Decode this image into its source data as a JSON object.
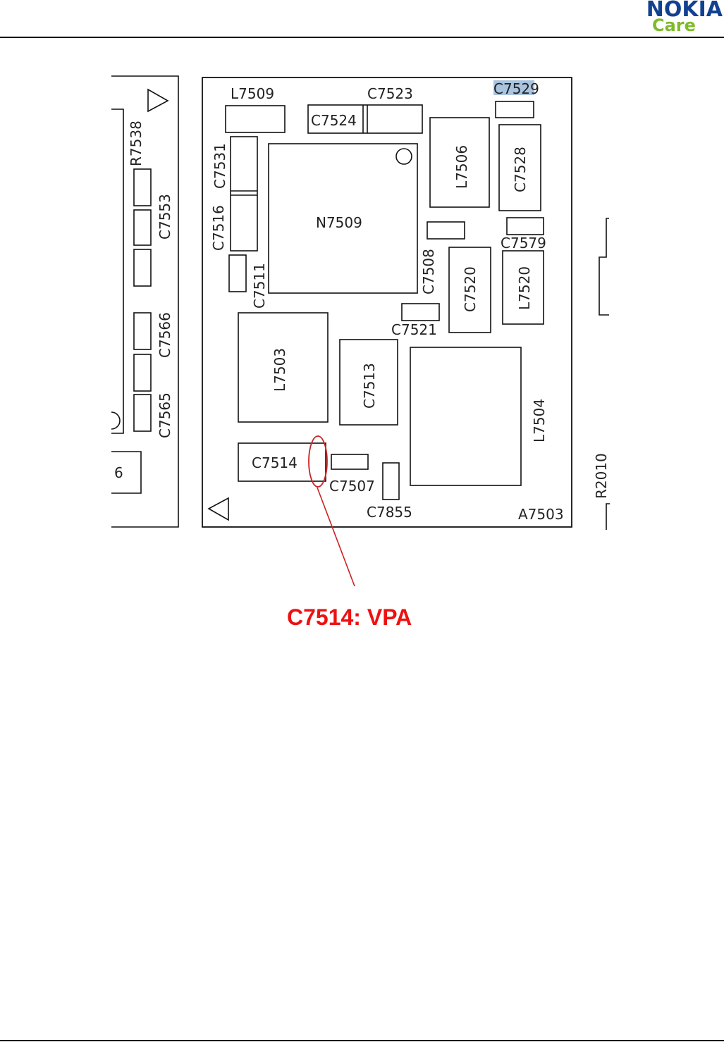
{
  "header": {
    "brand": "NOKIA",
    "sub_brand": "Care",
    "brand_color": "#124191",
    "sub_brand_color": "#7dbb2a"
  },
  "diagram": {
    "board_label": "A7503",
    "highlighted_component": "C7529",
    "highlight_color": "#a9c4de",
    "components": {
      "L7509": "L7509",
      "C7523": "C7523",
      "C7529": "C7529",
      "C7524": "C7524",
      "C7531": "C7531",
      "C7516": "C7516",
      "N7509": "N7509",
      "L7506": "L7506",
      "C7528": "C7528",
      "C7579": "C7579",
      "C7511": "C7511",
      "C7508": "C7508",
      "C7520": "C7520",
      "L7520": "L7520",
      "C7521": "C7521",
      "L7503": "L7503",
      "C7513": "C7513",
      "L7504": "L7504",
      "C7514": "C7514",
      "C7507": "C7507",
      "C7855": "C7855",
      "R7538": "R7538",
      "C7553": "C7553",
      "C7566": "C7566",
      "C7565": "C7565",
      "R2010": "R2010",
      "partial_6": "6"
    },
    "callout": {
      "text": "C7514: VPA",
      "color": "#ee1111"
    }
  }
}
